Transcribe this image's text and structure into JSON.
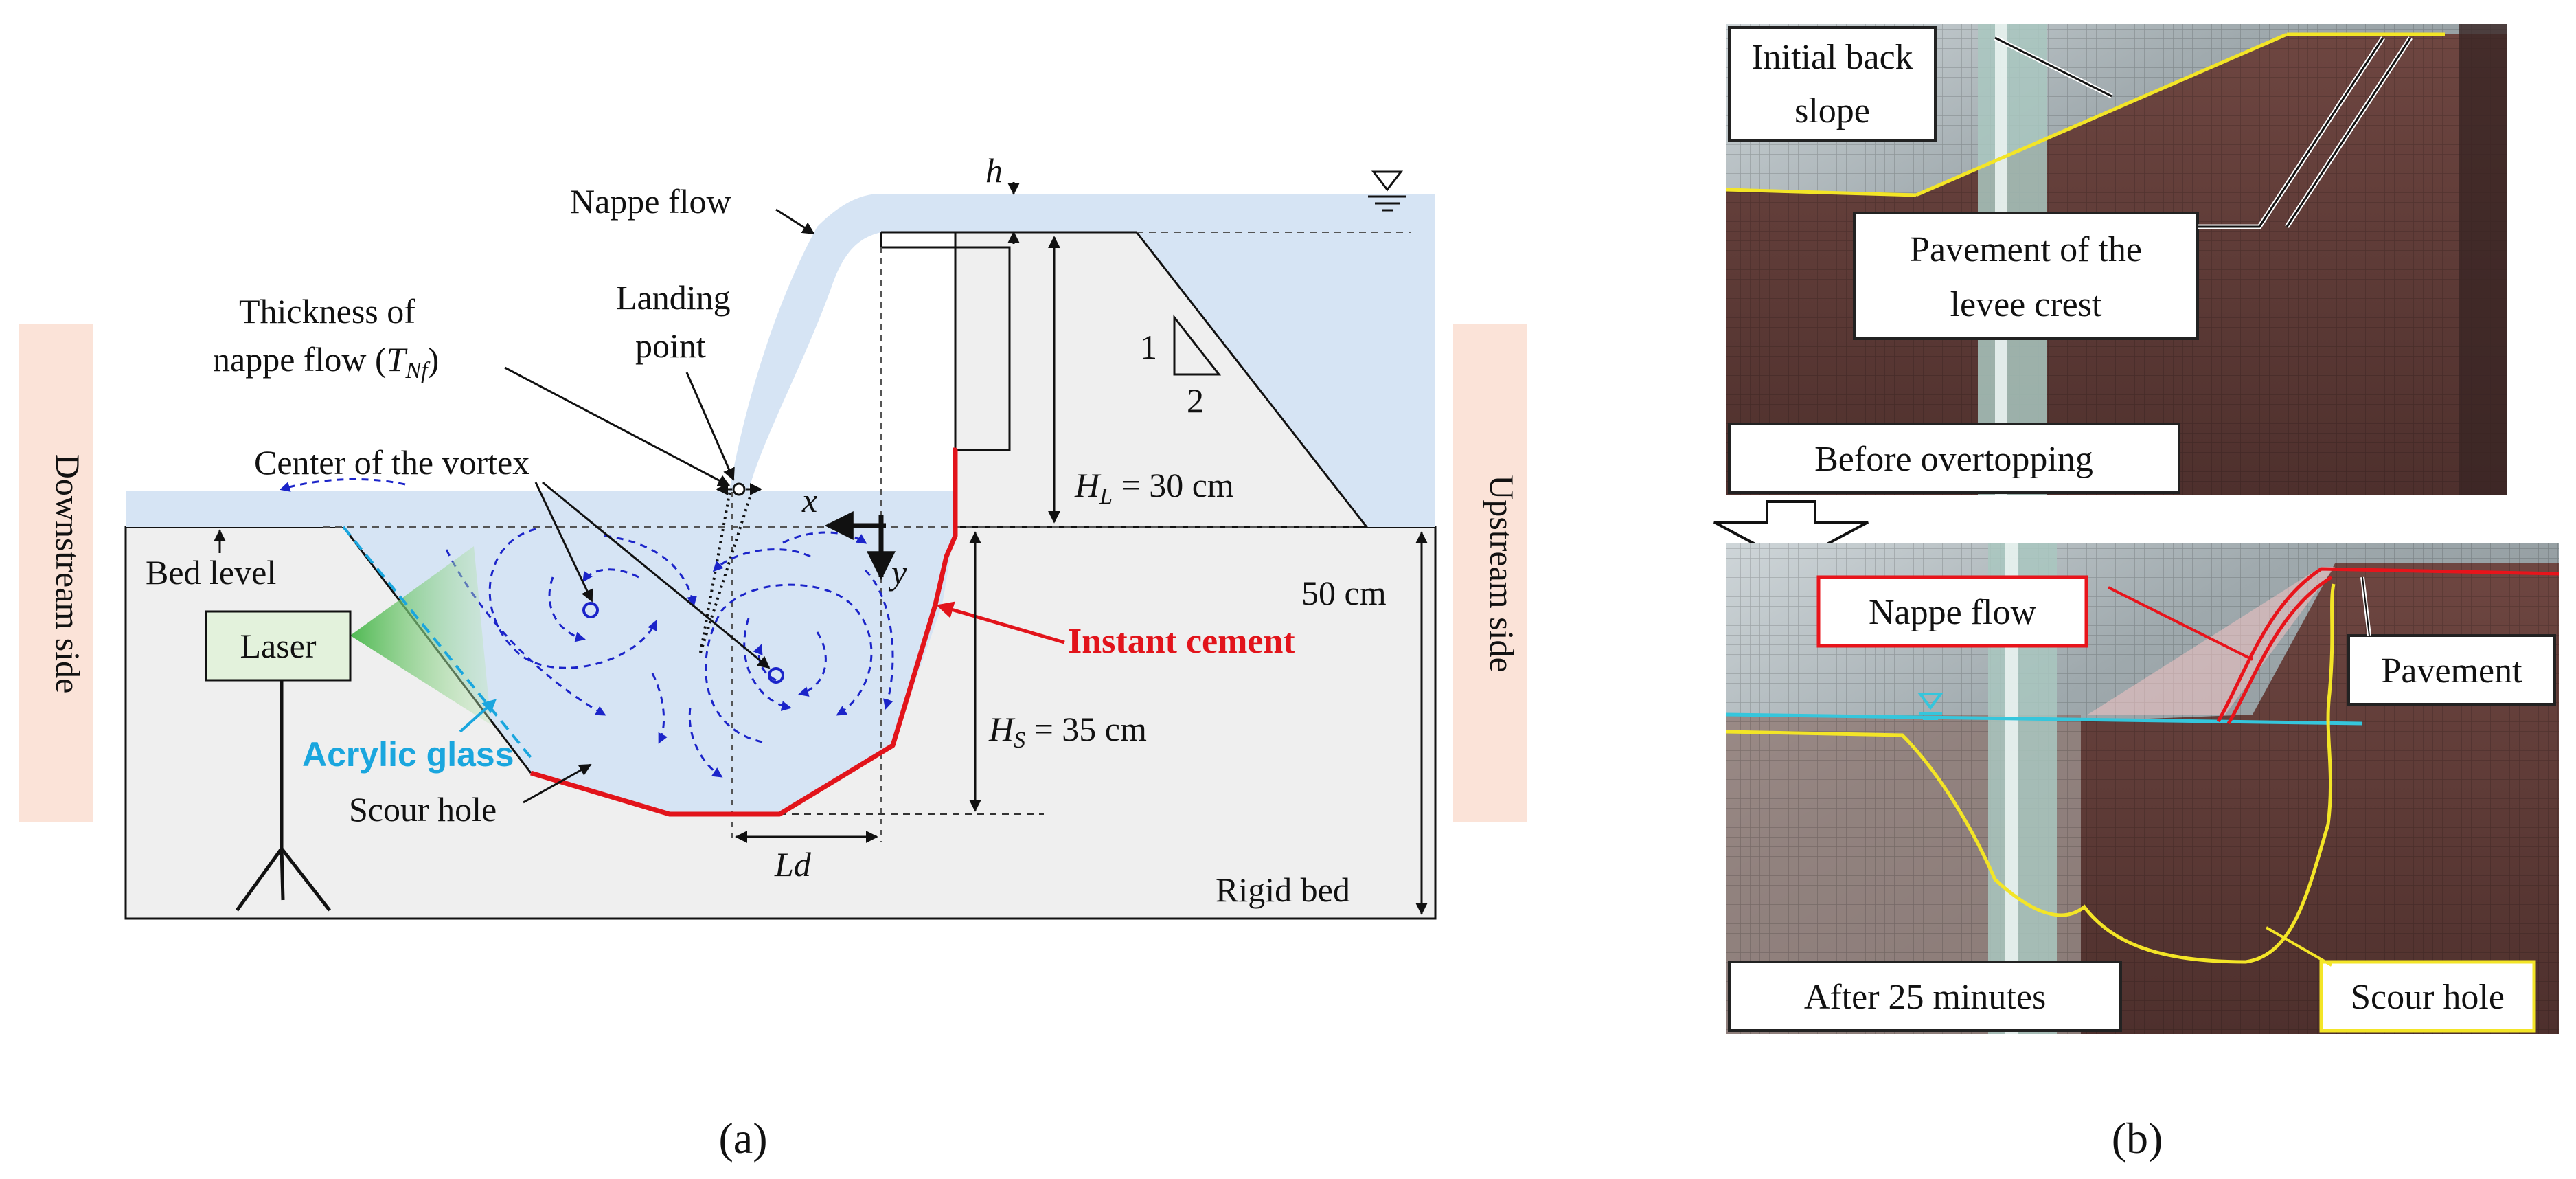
{
  "panel_a": {
    "caption": "(a)",
    "downstream_side": "Downstream side",
    "upstream_side": "Upstream side",
    "nappe_flow": "Nappe flow",
    "h_label": "h",
    "thickness_line1": "Thickness of",
    "thickness_line2_prefix": "nappe flow (",
    "thickness_T": "T",
    "thickness_sub": "Nf",
    "thickness_suffix": ")",
    "landing_line1": "Landing",
    "landing_line2": "point",
    "center_vortex": "Center of the vortex",
    "x_axis": "x",
    "y_axis": "y",
    "bed_level": "Bed level",
    "laser": "Laser",
    "acrylic_glass": "Acrylic glass",
    "scour_hole": "Scour hole",
    "instant_cement": "Instant cement",
    "hl_H": "H",
    "hl_sub": "L",
    "hl_value": " = 30 cm",
    "hs_H": "H",
    "hs_sub": "S",
    "hs_value": " = 35 cm",
    "height_50": "50 cm",
    "ld_label": "Ld",
    "rigid_bed": "Rigid bed",
    "slope_1": "1",
    "slope_2": "2",
    "colors": {
      "water": "#d6e4f4",
      "bed": "#efefef",
      "side_box": "#fbe3d8",
      "red": "#e2141b",
      "cyan": "#1aa6de",
      "vortex_blue": "#1b24c9",
      "laser_box": "#e3f2dc",
      "laser_beam": "#5cc45a"
    }
  },
  "panel_b": {
    "caption": "(b)",
    "initial_back_slope_1": "Initial back",
    "initial_back_slope_2": "slope",
    "pavement_crest_1": "Pavement of the",
    "pavement_crest_2": "levee crest",
    "before_overtopping": "Before overtopping",
    "nappe_flow": "Nappe flow",
    "pavement": "Pavement",
    "after_25": "After 25 minutes",
    "scour_hole": "Scour hole",
    "colors": {
      "yellow_line": "#f3e527",
      "red_line": "#e8141b",
      "cyan_line": "#35c6dc",
      "photo_dark": "#5a3834"
    }
  }
}
